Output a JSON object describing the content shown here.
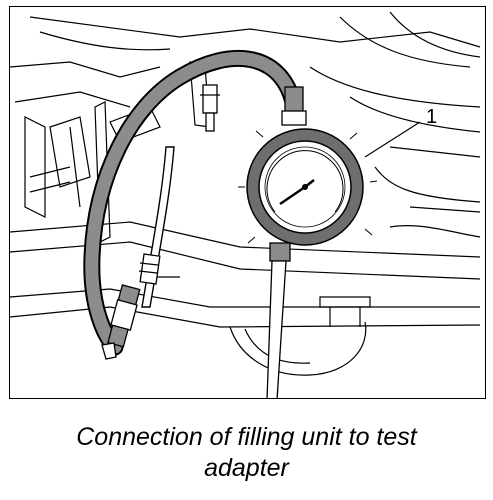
{
  "diagram": {
    "callout_label": "1",
    "caption_line1": "Connection of filling unit to test",
    "caption_line2": "adapter",
    "colors": {
      "line": "#000000",
      "hose": "#8c8c8c",
      "gauge_bezel": "#6e6e6e",
      "background": "#ffffff"
    },
    "icons": [
      "pressure-gauge",
      "filling-hose",
      "test-adapter",
      "connector-coupling"
    ]
  }
}
